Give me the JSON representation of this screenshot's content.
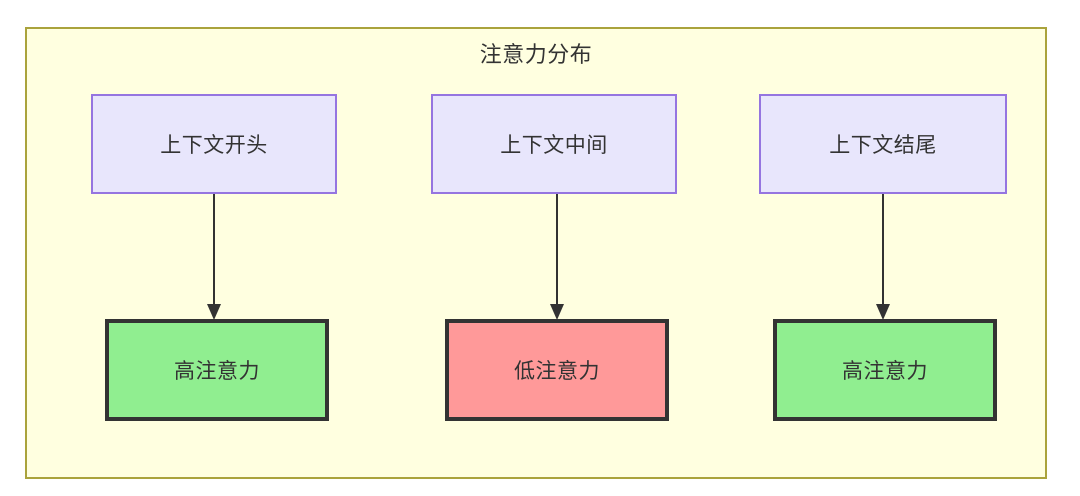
{
  "diagram": {
    "title": "注意力分布",
    "container": {
      "name": "attention-distribution-group",
      "fill": "#ffffe0",
      "stroke": "#aaa33c"
    },
    "source_nodes": [
      {
        "label": "上下文开头",
        "fill": "#e8e6fc",
        "stroke": "#9575e0"
      },
      {
        "label": "上下文中间",
        "fill": "#e8e6fc",
        "stroke": "#9575e0"
      },
      {
        "label": "上下文结尾",
        "fill": "#e8e6fc",
        "stroke": "#9575e0"
      }
    ],
    "target_nodes": [
      {
        "label": "高注意力",
        "fill": "#90ee90",
        "stroke": "#333333",
        "level": "high"
      },
      {
        "label": "低注意力",
        "fill": "#ff9999",
        "stroke": "#333333",
        "level": "low"
      },
      {
        "label": "高注意力",
        "fill": "#90ee90",
        "stroke": "#333333",
        "level": "high"
      }
    ],
    "edges": [
      {
        "from": "上下文开头",
        "to": "高注意力",
        "style": "solid-arrow"
      },
      {
        "from": "上下文中间",
        "to": "低注意力",
        "style": "solid-arrow"
      },
      {
        "from": "上下文结尾",
        "to": "高注意力",
        "style": "solid-arrow"
      }
    ],
    "colors": {
      "text": "#333333",
      "arrow": "#333333",
      "canvas": "#ffffff"
    }
  }
}
